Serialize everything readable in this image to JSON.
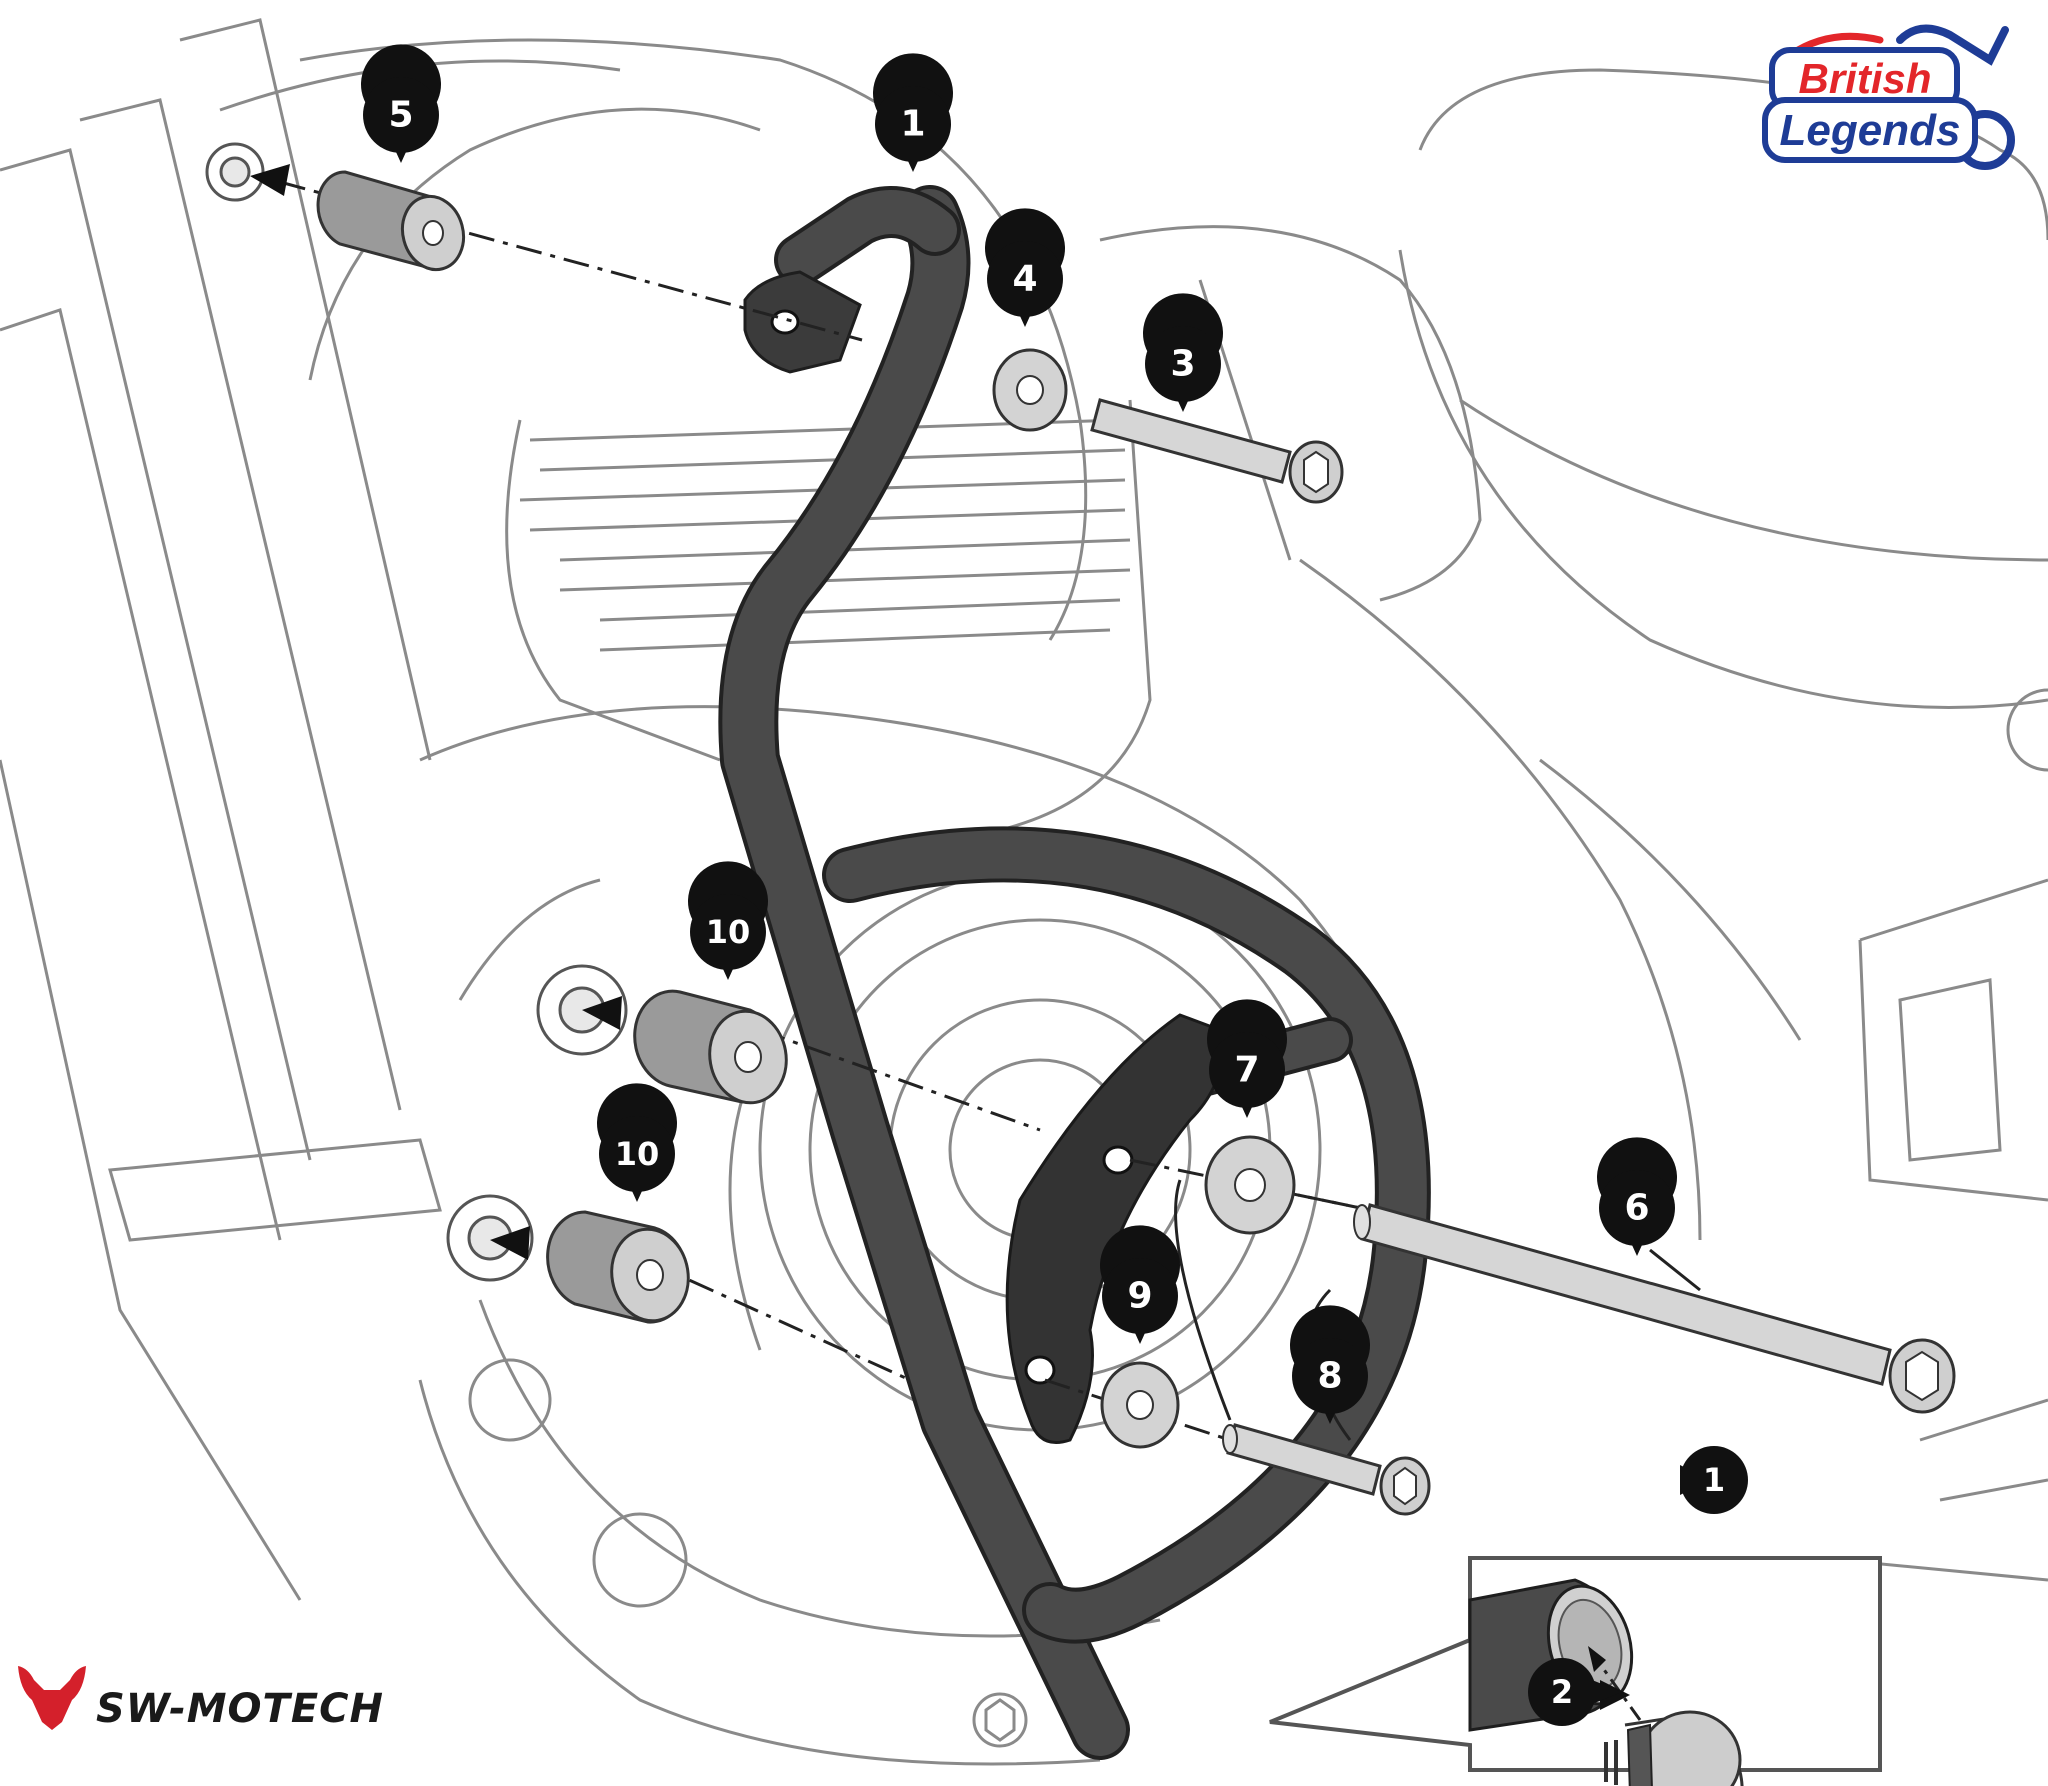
{
  "callouts": [
    {
      "id": "c1",
      "label": "1"
    },
    {
      "id": "c3",
      "label": "3"
    },
    {
      "id": "c4",
      "label": "4"
    },
    {
      "id": "c5",
      "label": "5"
    },
    {
      "id": "c6",
      "label": "6"
    },
    {
      "id": "c7",
      "label": "7"
    },
    {
      "id": "c8",
      "label": "8"
    },
    {
      "id": "c9",
      "label": "9"
    },
    {
      "id": "c10a",
      "label": "10"
    },
    {
      "id": "c10b",
      "label": "10"
    },
    {
      "id": "ci1",
      "label": "1"
    },
    {
      "id": "ci2",
      "label": "2"
    }
  ],
  "brand_logo": {
    "line1": "British",
    "line2": "Legends"
  },
  "maker_logo": {
    "text": "SW-MOTECH"
  },
  "colors": {
    "bar": "#474747",
    "outline": "#2a2a2a",
    "line_art": "#7a7a7a",
    "callout": "#111111",
    "brand_blue": "#1e3c96",
    "brand_red": "#e3262a",
    "maker_red": "#d4202b"
  }
}
